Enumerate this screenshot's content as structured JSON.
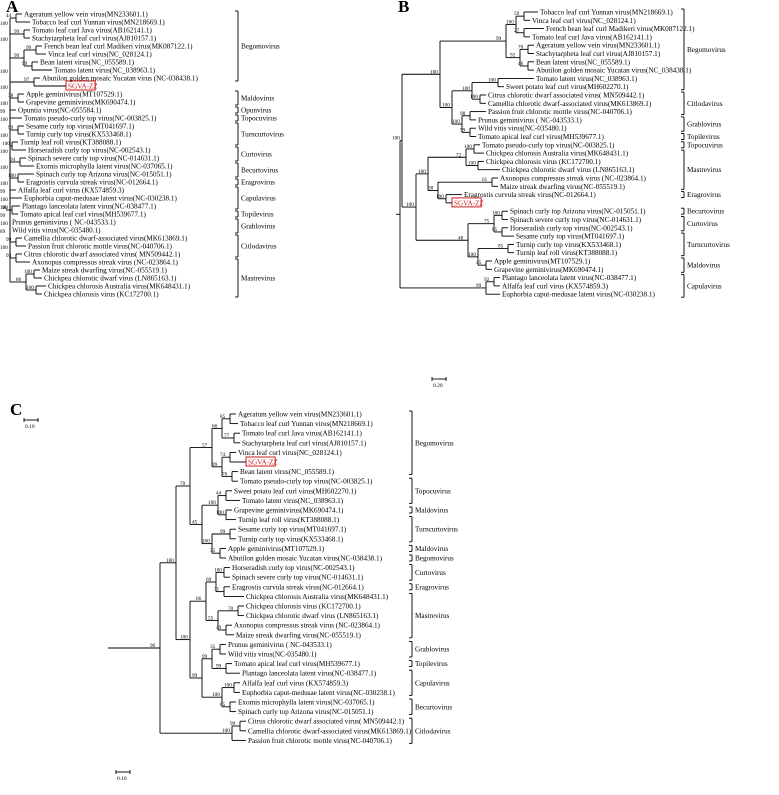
{
  "figure": {
    "panels": [
      {
        "label": "A",
        "scale": "0.10",
        "leaves": [
          "Ageratum yellow vein virus(MN233601.1)",
          "Tobacco leaf curl Yunnan virus(MN218669.1)",
          "Tomato leaf curl Java virus(AB162141.1)",
          "Stachytarpheta leaf curl virus(AJ810157.1)",
          "French bean leaf curl Madikeri virus(MK087122.1)",
          "Vinca leaf curl virus(NC_028124.1)",
          "Bean latent virus(NC_055589.1)",
          "Tomato latent virus(NC_038963.1)",
          "Abutilon golden mosaic Yucatan virus (NC-038438.1)",
          "SGVA-ZZ",
          "Apple geminivirus(MT107529.1)",
          "Grapevine geminivirus(MK690474.1)",
          "Opuntia virus(NC-055584.1)",
          "Tomato pseudo-curly top virus(NC-003825.1)",
          "Sesame curly top virus(MT041697.1)",
          "Turnip curly top virus(KX533468.1)",
          "Turnip leaf roll virus(KT388088.1)",
          "Horseradish curly top virus(NC-002543.1)",
          "Spinach severe curly top virus(NC-014631.1)",
          "Exomis microphylla latent virus(NC-037065.1)",
          "Spinach curly top Arizona virus(NC-015051.1)",
          "Eragrostis curvula streak virus(NC-012664.1)",
          "Alfalfa leaf curl virus (KX574859.3)",
          "Euphorbia caput-medusae latent virus(NC-030238.1)",
          "Plantago lanceolata latent virus(NC-038477.1)",
          "Tomato apical leaf curl virus(MH539677.1)",
          "Prunus geminivirus ( NC-043533.1)",
          "Wild vitis virus(NC-035480.1)",
          "Camellia chlorotic dwarf-associated virus(MK613869.1)",
          "Passion fruit chlorotic mottle virus(NC-040706.1)",
          "Citrus chlorotic dwarf associated virus( MN509442.1)",
          "Axonopus compressus streak virus (NC-023864.1)",
          "Maize streak dwarfing virus(NC-055519.1)",
          "Chickpea chlorotic dwarf virus (LN865163.1)",
          "Chickpea chlorosis Australia virus(MK648431.1)",
          "Chickpea chlorosis virus (KC172700.1)"
        ],
        "genera": [
          "Begomovirus",
          "Maldovirus",
          "Opunvirus",
          "Topocuvirus",
          "Turncurtovirus",
          "Curtovirus",
          "Becurtovirus",
          "Eragrovirus",
          "Capulavirus",
          "Topilevirus",
          "Grablovirus",
          "Citlodavirus",
          "Mastrevirus"
        ],
        "support": [
          "44",
          "99",
          "99",
          "99",
          "97",
          "38",
          "99",
          "99",
          "100",
          "94",
          "100",
          "99",
          "95",
          "100",
          "99",
          "93",
          "100",
          "100",
          "100",
          "99",
          "100",
          "100",
          "100",
          "100",
          "99",
          "100",
          "86",
          "100",
          "100",
          "100",
          "89",
          "100",
          "100",
          "100",
          "100",
          "100",
          "100",
          "100",
          "100",
          "100",
          "100",
          "100",
          "99",
          "100",
          "61",
          "99",
          "98",
          "80",
          "100",
          "100",
          "100",
          "100"
        ]
      },
      {
        "label": "B",
        "scale": "0.20",
        "leaves": [
          "Tobacco leaf curl Yunnan virus(MN218669.1)",
          "Vinca leaf curl virus(NC_028124.1)",
          "French bean leaf curl Madikeri virus(MK087122.1)",
          "Tomato leaf curl Java virus(AB162141.1)",
          "Ageratum yellow vein virus(MN233601.1)",
          "Stachytarpheta leaf curl virus(AJ810157.1)",
          "Bean latent virus(NC_055589.1)",
          "Abutilon golden mosaic Yucatan virus(NC_038438.1)",
          "Tomato latent virus(NC_038963.1)",
          "Sweet potato leaf curl virus(MH602270.1)",
          "Citrus chlorotic dwarf associated virus( MN509442.1)",
          "Camellia chlorotic dwarf-associated virus(MK613869.1)",
          "Passion fruit chlorotic mottle virus(NC-040706.1)",
          "Prunus geminivirus ( NC-043533.1)",
          "Wild vitis virus(NC-035480.1)",
          "Tomato apical leaf curl virus(MH539677.1)",
          "Tomato pseudo-curly top virus(NC-003825.1)",
          "Chickpea chlorosis Australia virus(MK648431.1)",
          "Chickpea chlorosis virus (KC172700.1)",
          "Chickpea chlorotic dwarf virus (LN865163.1)",
          "Axonopus compressus streak virus (NC-023864.1)",
          "Maize streak dwarfing virus(NC-055519.1)",
          "Eragrostis curvula streak virus(NC-012664.1)",
          "SGVA-ZZ",
          "Spinach curly top Arizona virus(NC-015051.1)",
          "Spinach severe curly top virus(NC-014631.1)",
          "Horseradish curly top virus(NC-002543.1)",
          "Sesame curly top virus(MT041697.1)",
          "Turnip curly top virus(KX533468.1)",
          "Turnip leaf roll virus(KT388088.1)",
          "Apple geminivirus(MT107529.1)",
          "Grapevine geminivirus(MK690474.1)",
          "Plantago lanceolata latent virus(NC-038477.1)",
          "Alfalfa leaf curl virus (KX574859.3)",
          "Euphorbia caput-medusae latent virus(NC-030238.1)"
        ],
        "genera": [
          "Begomovirus",
          "Citlodavirus",
          "Grablovirus",
          "Topilevirus",
          "Topocuvirus",
          "Mastrevirus",
          "Eragrovirus",
          "Becurtovirus",
          "Curtovirus",
          "Turncurtovirus",
          "Maldovirus",
          "Capulavirus"
        ],
        "support": [
          "59",
          "27",
          "70",
          "46",
          "100",
          "100",
          "98",
          "59",
          "100",
          "100",
          "61",
          "100",
          "100",
          "85",
          "85",
          "45",
          "92",
          "100",
          "92",
          "100",
          "100",
          "72",
          "38",
          "75",
          "100",
          "99",
          "99",
          "100",
          "100",
          "48",
          "100",
          "100",
          "100"
        ]
      },
      {
        "label": "C",
        "scale": "0.10",
        "leaves": [
          "Ageratum yellow vein virus(MN233601.1)",
          "Tobacco leaf curl Yunnan virus(MN218669.1)",
          "Tomato leaf curl Java virus(AB162141.1)",
          "Stachytarpheta leaf curl virus(AJ810157.1)",
          "Vinca leaf curl virus(NC_028124.1)",
          "SGVA-ZZ",
          "Bean latent virus(NC_055589.1)",
          "Tomato pseudo-curly top virus(NC-003825.1)",
          "Sweet potato leaf curl virus(MH602270.1)",
          "Tomato latent virus(NC_038963.1)",
          "Grapevine geminivirus(MK690474.1)",
          "Turnip leaf roll virus(KT388088.1)",
          "Sesame curly top virus(MT041697.1)",
          "Turnip curly top virus(KX533468.1)",
          "Apple geminivirus(MT107529.1)",
          "Abutilon golden mosaic Yucatan virus(NC-038438.1)",
          "Horseradish curly top virus(NC-002543.1)",
          "Spinach severe curly top virus(NC-014631.1)",
          "Eragrostis curvula streak virus(NC-012664.1)",
          "Chickpea chlorosis Australia virus(MK648431.1)",
          "Chickpea chlorosis virus (KC172700.1)",
          "Chickpea chlorotic dwarf virus (LN865163.1)",
          "Axonopus compressus streak virus (NC-023864.1)",
          "Maize streak dwarfing virus(NC-055519.1)",
          "Prunus geminivirus ( NC-043533.1)",
          "Wild vitis virus(NC-035480.1)",
          "Tomato apical leaf curl virus(MH539677.1)",
          "Plantago lanceolata latent virus(NC-038477.1)",
          "Alfalfa leaf curl virus (KX574859.3)",
          "Euphorbia caput-medusae latent virus(NC-030238.1)",
          "Exomis microphylla latent virus(NC-037065.1)",
          "Spinach curly top Arizona virus(NC-015051.1)",
          "Citrus chlorotic dwarf associated virus( MN509442.1)",
          "Camellia chlorotic dwarf-associated virus(MK613869.1)",
          "Passion fruit chlorotic mottle virus(NC-040706.1)"
        ],
        "genera": [
          "Begomovirus",
          "Topocuvirus",
          "Maldovirus",
          "Turncurtovirus",
          "Maldovirus",
          "Begomovirus",
          "Curtovirus",
          "Eragrovirus",
          "Mastrevirus",
          "Grablovirus",
          "Topilevirus",
          "Capulavirus",
          "Becurtovirus",
          "Citlodavirus"
        ],
        "support": [
          "85",
          "77",
          "74",
          "76",
          "44",
          "100",
          "99",
          "35",
          "100",
          "31",
          "70",
          "49",
          "35",
          "99",
          "100",
          "65",
          "99",
          "66",
          "99",
          "100",
          "100",
          "69",
          "55",
          "99",
          "100",
          "100",
          "57",
          "45",
          "66",
          "99",
          "70",
          "100",
          "100",
          "96",
          "87",
          "99"
        ]
      }
    ],
    "highlight_color": "#cc1f1f"
  }
}
